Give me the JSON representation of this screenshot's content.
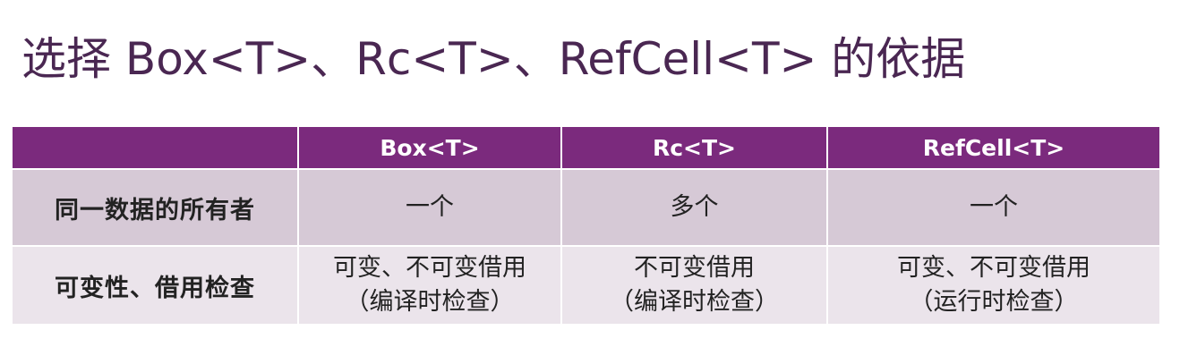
{
  "slide": {
    "title": "选择 Box<T>、Rc<T>、RefCell<T> 的依据"
  },
  "table": {
    "headers": [
      "",
      "Box<T>",
      "Rc<T>",
      "RefCell<T>"
    ],
    "rows": [
      {
        "label": "同一数据的所有者",
        "cells": [
          {
            "line1": "一个",
            "line2": ""
          },
          {
            "line1": "多个",
            "line2": ""
          },
          {
            "line1": "一个",
            "line2": ""
          }
        ]
      },
      {
        "label": "可变性、借用检查",
        "cells": [
          {
            "line1": "可变、不可变借用",
            "line2": "（编译时检查）"
          },
          {
            "line1": "不可变借用",
            "line2": "（编译时检查）"
          },
          {
            "line1": "可变、不可变借用",
            "line2": "（运行时检查）"
          }
        ]
      }
    ]
  },
  "colors": {
    "header_bg": "#7b2a7d",
    "row_odd_bg": "#d6c9d6",
    "row_even_bg": "#ebe4eb",
    "title_color": "#4a2752"
  }
}
